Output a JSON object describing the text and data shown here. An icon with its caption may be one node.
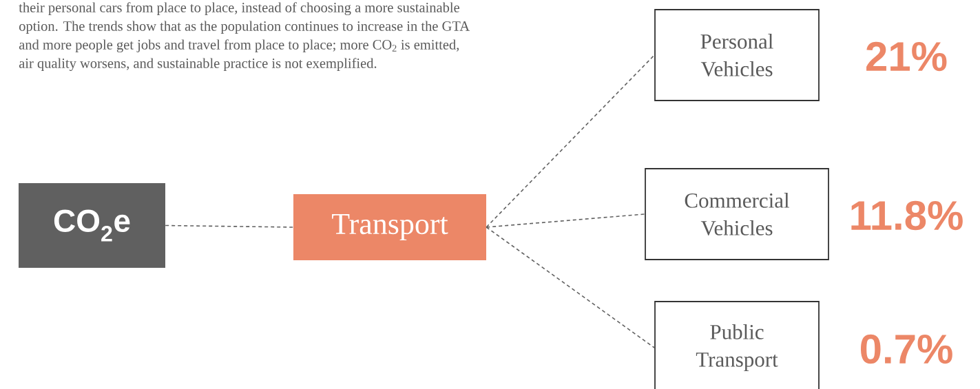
{
  "diagram": {
    "nodes": [
      {
        "text": [
          "CO$_{2}$e"
        ]
      },
      {
        "text": [
          "Transport"
        ]
      },
      {
        "text": [
          "Personal Vehicles"
        ],
        "beside": [
          "21%"
        ]
      },
      {
        "text": [
          "Commercial Vehicles"
        ],
        "beside": [
          "11.8%"
        ]
      },
      {
        "text": [
          "Public Transport"
        ],
        "beside": [
          "0.7%"
        ]
      }
    ],
    "edges": [
      {
        "from": 0,
        "to": 1,
        "arrow": "none",
        "style": "dashed"
      },
      {
        "from": 1,
        "to": 2,
        "arrow": "none",
        "style": "dashed"
      },
      {
        "from": 1,
        "to": 3,
        "arrow": "none",
        "style": "dashed"
      },
      {
        "from": 1,
        "to": 4,
        "arrow": "none",
        "style": "dashed"
      }
    ],
    "labels": [
      "their personal cars from place to place, instead of choosing a more sustainable option. The trends show that as the population continues to increase in the GTA and more people get jobs and travel from place to place; more CO$_{2}$ is emitted, air quality worsens, and sustainable practice is not exemplified."
    ]
  }
}
